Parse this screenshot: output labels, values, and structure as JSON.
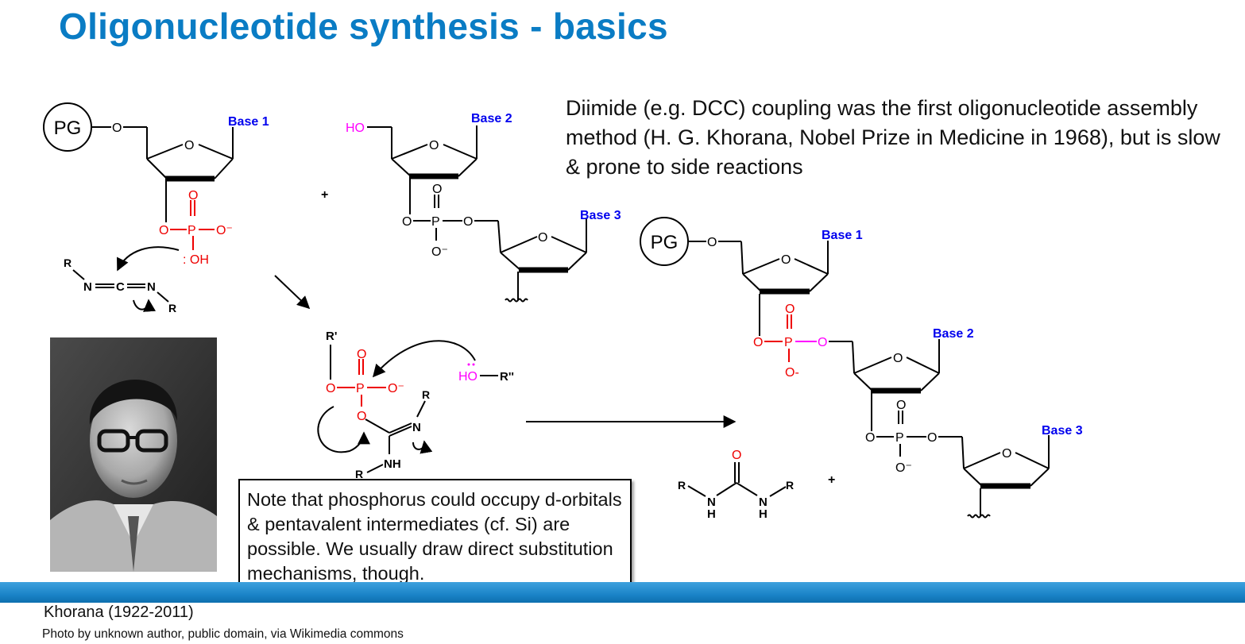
{
  "slide": {
    "title": "Oligonucleotide synthesis - basics",
    "intro_text": "Diimide (e.g. DCC) coupling was the first oligonucleotide assembly method (H. G. Khorana, Nobel Prize in Medicine in 1968), but is slow & prone to side reactions",
    "note_text": "Note that phosphorus could occupy d-orbitals & pentavalent intermediates (cf. Si) are possible. We usually draw direct substitution mechanisms, though.",
    "photo_caption": "Khorana (1922-2011)",
    "photo_credit": "Photo by unknown author, public domain, via Wikimedia commons"
  },
  "scheme": {
    "pg_label": "PG",
    "oxygen": "O",
    "base_1": "Base 1",
    "base_2": "Base 2",
    "base_3": "Base 3",
    "ho": "HO",
    "phosphorus": "P",
    "o_minus": "O⁻",
    "o_minus_plain": "O-",
    "oh_lone_pair": ": OH",
    "r": "R",
    "r_prime": "R'",
    "r_double_prime": "R''",
    "n": "N",
    "c": "C",
    "nh": "NH",
    "h": "H",
    "plus": "+"
  },
  "colors": {
    "title": "#0a7cc4",
    "base_label": "#0000ee",
    "phosphate": "#ee0000",
    "hydroxyl": "#ff00ff",
    "band": "#1b84c8"
  },
  "icons": [
    "curved-arrow-icon",
    "reaction-arrow-icon",
    "portrait-photo"
  ]
}
